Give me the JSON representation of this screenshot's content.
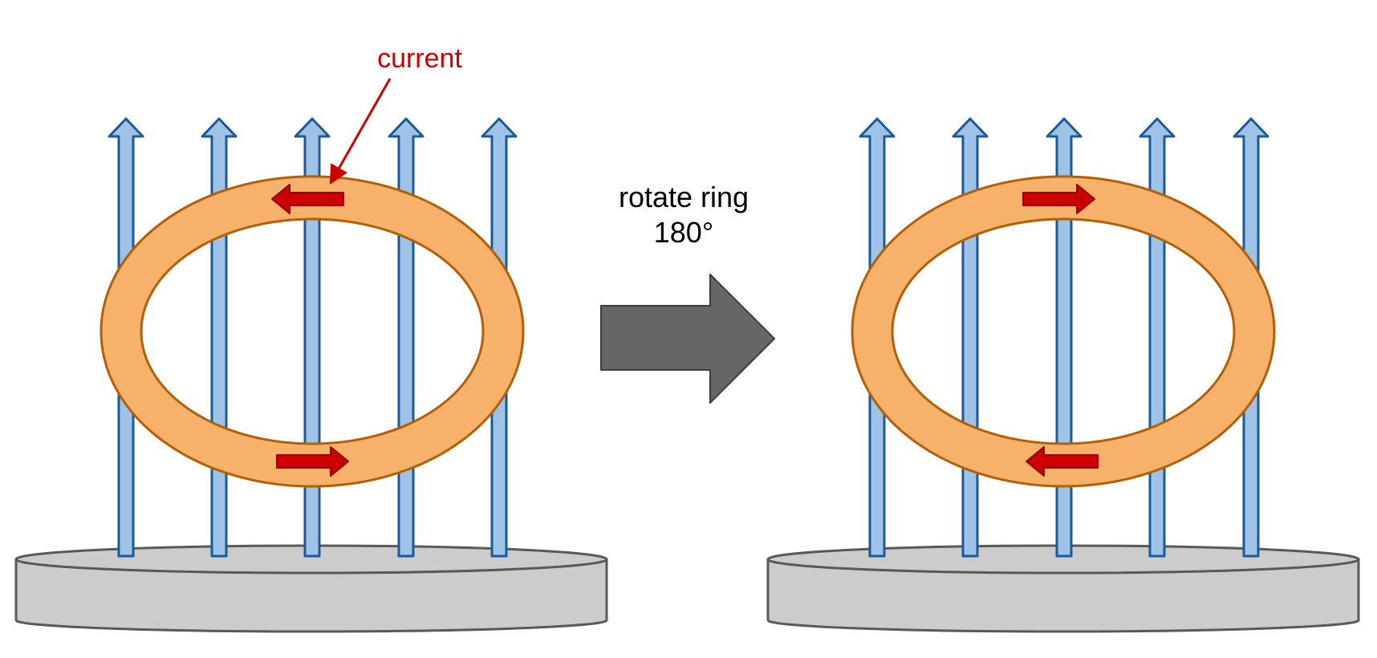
{
  "labels": {
    "current": "current",
    "rotate_line1": "rotate ring",
    "rotate_line2": "180°"
  },
  "colors": {
    "field_arrow_fill": "#9fc3e7",
    "field_arrow_stroke": "#1b5a99",
    "ring_fill": "#f6b26b",
    "ring_stroke": "#b45f06",
    "current_arrow_fill": "#cc0000",
    "current_arrow_stroke": "#990000",
    "current_label": "#cc0000",
    "base_fill": "#cccccc",
    "base_stroke": "#595959",
    "transition_arrow": "#666666",
    "text": "#000000"
  },
  "panels": [
    {
      "id": "before",
      "field_arrow_count": 5,
      "top_current_direction": "left",
      "bottom_current_direction": "right"
    },
    {
      "id": "after",
      "field_arrow_count": 5,
      "top_current_direction": "right",
      "bottom_current_direction": "left"
    }
  ]
}
